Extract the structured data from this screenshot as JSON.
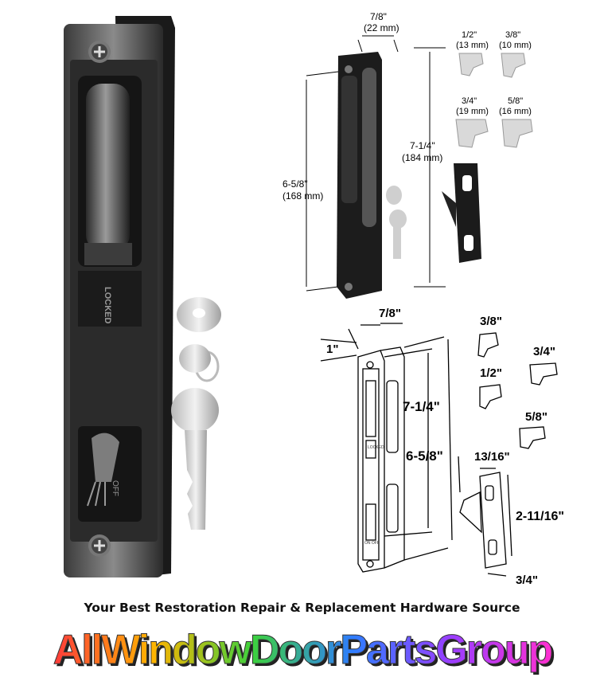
{
  "product": {
    "locked_label": "LOCKED",
    "off_label": "OFF"
  },
  "spec_photo": {
    "width_dim": "7/8\"",
    "width_metric": "(22 mm)",
    "overall_height": "7-1/4\"",
    "overall_height_metric": "(184 mm)",
    "hole_spacing": "6-5/8\"",
    "hole_spacing_metric": "(168 mm)",
    "hooks": [
      {
        "size": "1/2\"",
        "metric": "(13 mm)"
      },
      {
        "size": "3/8\"",
        "metric": "(10 mm)"
      },
      {
        "size": "3/4\"",
        "metric": "(19 mm)"
      },
      {
        "size": "5/8\"",
        "metric": "(16 mm)"
      }
    ]
  },
  "line_drawing": {
    "width": "7/8\"",
    "depth": "1\"",
    "overall_height": "7-1/4\"",
    "hole_spacing": "6-5/8\"",
    "hooks": [
      "3/8\"",
      "3/4\"",
      "1/2\"",
      "5/8\""
    ],
    "keeper_width": "13/16\"",
    "keeper_height": "2-11/16\"",
    "keeper_depth": "3/4\"",
    "locked_label": "LOCKED",
    "on_off_label": "ON OFF"
  },
  "tagline": "Your Best Restoration Repair & Replacement Hardware Source",
  "brand": {
    "name": "AllWindowDoorPartsGroup",
    "colors": [
      "#ff3b3b",
      "#ffb400",
      "#3dd13d",
      "#2e7dff",
      "#9b3dff",
      "#ff2fd0"
    ]
  }
}
